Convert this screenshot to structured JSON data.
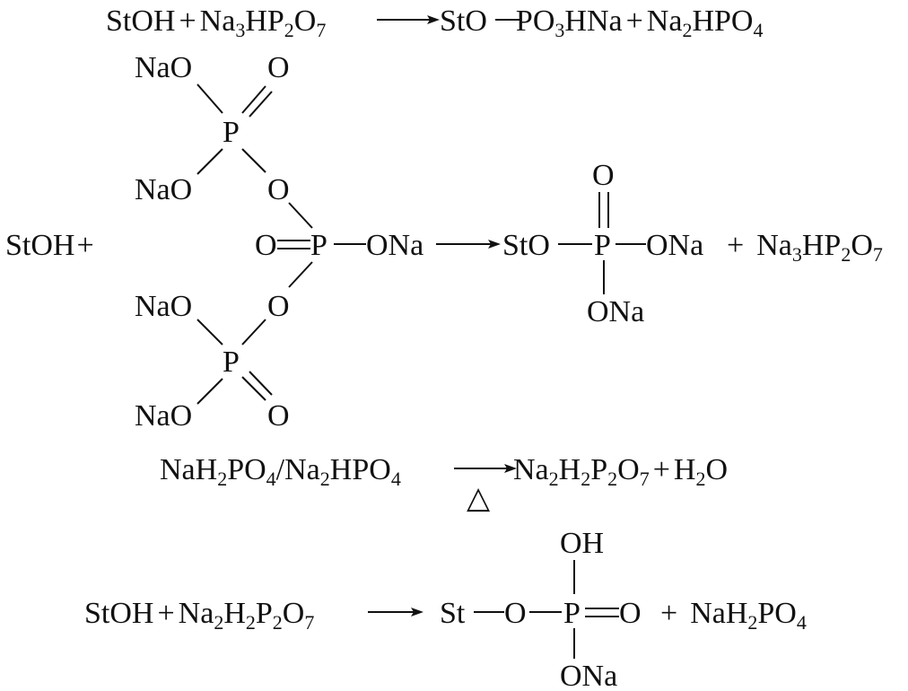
{
  "reaction1": {
    "reactant": [
      "St",
      "OH",
      "+",
      "Na",
      "3",
      "HP",
      "2",
      "O",
      "7"
    ],
    "product": [
      "St",
      "O",
      "PO",
      "3",
      "HNa",
      "+",
      "Na",
      "2",
      "HPO",
      "4"
    ]
  },
  "reaction2": {
    "reactant_prefix": "StOH",
    "plus": "+",
    "top_group": {
      "nao_upper": "NaO",
      "o_upper": "O",
      "p": "P",
      "nao_lower": "NaO",
      "o_bridge": "O"
    },
    "center": {
      "o_double": "O",
      "p": "P",
      "ona": "ONa"
    },
    "bottom_group": {
      "o_bridge": "O",
      "nao_upper": "NaO",
      "p": "P",
      "nao_lower": "NaO",
      "o_lower": "O"
    },
    "product": {
      "sto": "StO",
      "o_top": "O",
      "p": "P",
      "ona_right": "ONa",
      "ona_bottom": "ONa"
    },
    "byproduct": [
      "+",
      "Na",
      "3",
      "HP",
      "2",
      "O",
      "7"
    ]
  },
  "reaction3": {
    "reactant": [
      "NaH",
      "2",
      "PO",
      "4",
      "/",
      "Na",
      "2",
      "HPO",
      "4"
    ],
    "condition": "△",
    "product": [
      "Na",
      "2",
      "H",
      "2",
      "P",
      "2",
      "O",
      "7",
      "+",
      "H",
      "2",
      "O"
    ]
  },
  "reaction4": {
    "reactant": [
      "StOH",
      "+",
      "Na",
      "2",
      "H",
      "2",
      "P",
      "2",
      "O",
      "7"
    ],
    "product": {
      "st": "St",
      "o_left": "O",
      "p": "P",
      "o_right": "O",
      "oh": "OH",
      "ona": "ONa"
    },
    "byproduct": [
      "+",
      "NaH",
      "2",
      "PO",
      "4"
    ]
  }
}
